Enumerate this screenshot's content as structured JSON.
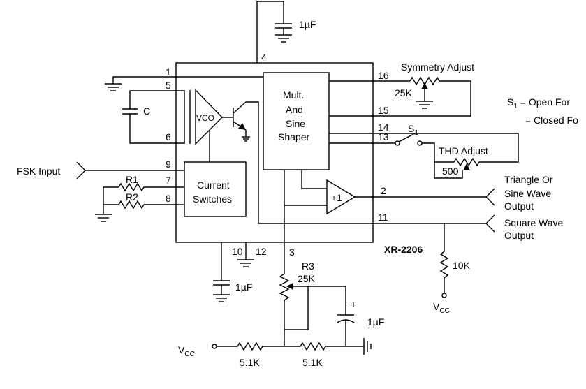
{
  "ic": {
    "part_number": "XR-2206"
  },
  "blocks": {
    "vco": "VCO",
    "mult_line1": "Mult.",
    "mult_line2": "And",
    "mult_line3": "Sine",
    "mult_line4": "Shaper",
    "current_line1": "Current",
    "current_line2": "Switches",
    "buffer": "+1"
  },
  "pins": {
    "p1": "1",
    "p2": "2",
    "p3": "3",
    "p4": "4",
    "p5": "5",
    "p6": "6",
    "p7": "7",
    "p8": "8",
    "p9": "9",
    "p10": "10",
    "p11": "11",
    "p12": "12",
    "p13": "13",
    "p14": "14",
    "p15": "15",
    "p16": "16"
  },
  "components": {
    "cap_top": "1µF",
    "cap_bottom": "1µF",
    "cap_right": "1µF",
    "cap_plus": "+",
    "cap_timing": "C",
    "r1": "R1",
    "r2": "R2",
    "r3": "R3",
    "r3_value": "25K",
    "sym_value": "25K",
    "thd_value": "500",
    "r_pullup": "10K",
    "r_left": "5.1K",
    "r_right": "5.1K",
    "switch_main": "S",
    "switch_sub": "1"
  },
  "labels": {
    "symmetry_adjust": "Symmetry Adjust",
    "thd_adjust": "THD Adjust",
    "fsk_input": "FSK Input",
    "triangle_l1": "Triangle Or",
    "triangle_l2": "Sine Wave",
    "triangle_l3": "Output",
    "square_l1": "Square Wave",
    "square_l2": "Output",
    "vcc_main": "V",
    "vcc_sub": "CC",
    "vcc2_main": "V",
    "vcc2_sub": "CC"
  },
  "notes": {
    "s1_main": "S",
    "s1_sub": "1",
    "open_text": " = Open For",
    "closed_text": "= Closed Fo"
  }
}
